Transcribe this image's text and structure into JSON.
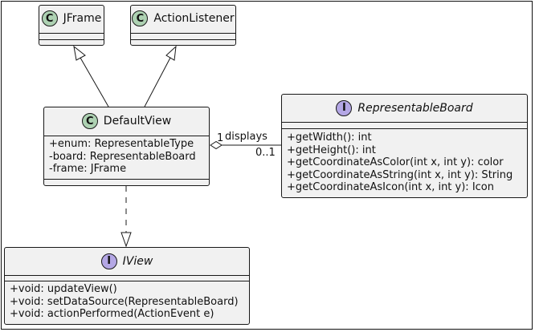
{
  "diagram": {
    "classes": {
      "jframe": {
        "stereotype": "C",
        "name": "JFrame"
      },
      "action_listener": {
        "stereotype": "C",
        "name": "ActionListener"
      },
      "default_view": {
        "stereotype": "C",
        "name": "DefaultView",
        "fields": [
          "+enum: RepresentableType",
          "-board: RepresentableBoard",
          "-frame: JFrame"
        ]
      },
      "representable_board": {
        "stereotype": "I",
        "name": "RepresentableBoard",
        "methods": [
          "+getWidth(): int",
          "+getHeight(): int",
          "+getCoordinateAsColor(int x, int y): color",
          "+getCoordinateAsString(int x, int y): String",
          "+getCoordinateAsIcon(int x, int y): Icon"
        ]
      },
      "iview": {
        "stereotype": "I",
        "name": "IView",
        "methods": [
          "+void: updateView()",
          "+void: setDataSource(RepresentableBoard)",
          "+void: actionPerformed(ActionEvent e)"
        ]
      }
    },
    "association": {
      "label": "displays",
      "source_multiplicity": "1",
      "target_multiplicity": "0..1"
    },
    "colors": {
      "box_fill": "#f1f1f1",
      "border": "#181818",
      "class_badge": "#add1b2",
      "interface_badge": "#b4a7e5"
    }
  }
}
